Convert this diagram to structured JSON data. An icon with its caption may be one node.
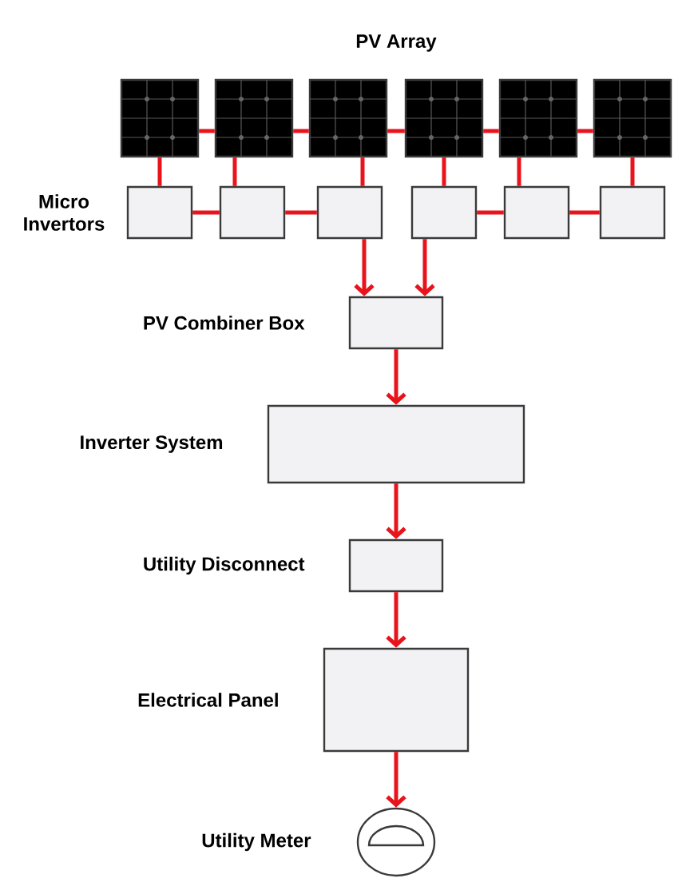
{
  "diagram": {
    "nodes": [
      {
        "text": [],
        "shape": "panel"
      },
      {
        "text": [],
        "shape": "panel"
      },
      {
        "text": [],
        "shape": "panel"
      },
      {
        "text": [],
        "shape": "panel"
      },
      {
        "text": [],
        "shape": "panel"
      },
      {
        "text": [],
        "shape": "panel"
      },
      {
        "text": [],
        "shape": "box"
      },
      {
        "text": [],
        "shape": "box"
      },
      {
        "text": [],
        "shape": "box"
      },
      {
        "text": [],
        "shape": "box"
      },
      {
        "text": [],
        "shape": "box"
      },
      {
        "text": [],
        "shape": "box"
      },
      {
        "text": [],
        "shape": "box",
        "beside": [
          "PV Combiner Box"
        ]
      },
      {
        "text": [],
        "shape": "box",
        "beside": [
          "Inverter System"
        ]
      },
      {
        "text": [],
        "shape": "box",
        "beside": [
          "Utility Disconnect"
        ]
      },
      {
        "text": [],
        "shape": "box",
        "beside": [
          "Electrical Panel"
        ]
      },
      {
        "text": [],
        "shape": "circle",
        "beside": [
          "Utility Meter"
        ]
      }
    ],
    "edges": [
      {
        "from": 0,
        "to": 1,
        "arrow": "none"
      },
      {
        "from": 1,
        "to": 2,
        "arrow": "none"
      },
      {
        "from": 2,
        "to": 3,
        "arrow": "none"
      },
      {
        "from": 3,
        "to": 4,
        "arrow": "none"
      },
      {
        "from": 4,
        "to": 5,
        "arrow": "none"
      },
      {
        "from": 0,
        "to": 6,
        "arrow": "none"
      },
      {
        "from": 1,
        "to": 7,
        "arrow": "none"
      },
      {
        "from": 2,
        "to": 8,
        "arrow": "none"
      },
      {
        "from": 3,
        "to": 9,
        "arrow": "none"
      },
      {
        "from": 4,
        "to": 10,
        "arrow": "none"
      },
      {
        "from": 5,
        "to": 11,
        "arrow": "none"
      },
      {
        "from": 6,
        "to": 7,
        "arrow": "none"
      },
      {
        "from": 7,
        "to": 8,
        "arrow": "none"
      },
      {
        "from": 9,
        "to": 10,
        "arrow": "none"
      },
      {
        "from": 10,
        "to": 11,
        "arrow": "none"
      },
      {
        "from": 8,
        "to": 12,
        "arrow": "to"
      },
      {
        "from": 9,
        "to": 12,
        "arrow": "to"
      },
      {
        "from": 12,
        "to": 13,
        "arrow": "to"
      },
      {
        "from": 13,
        "to": 14,
        "arrow": "to"
      },
      {
        "from": 14,
        "to": 15,
        "arrow": "to"
      },
      {
        "from": 15,
        "to": 16,
        "arrow": "to"
      }
    ],
    "labels": [
      "PV Array",
      "Micro Invertors"
    ]
  }
}
